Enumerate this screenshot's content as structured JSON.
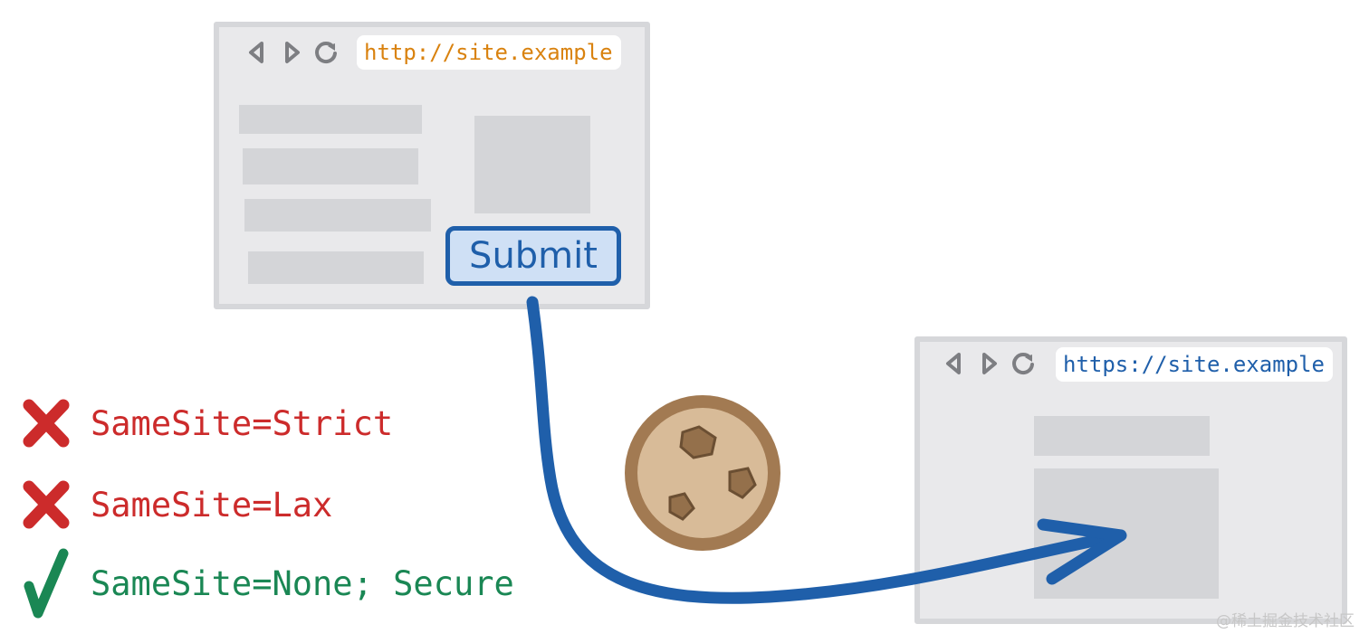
{
  "source_window": {
    "url": "http://site.example",
    "url_color": "#d9820f",
    "submit_label": "Submit"
  },
  "target_window": {
    "url": "https://site.example",
    "url_color": "#1f5faa"
  },
  "rules": [
    {
      "text": "SameSite=Strict",
      "status": "blocked",
      "icon": "cross-icon",
      "color": "#cc2b2b"
    },
    {
      "text": "SameSite=Lax",
      "status": "blocked",
      "icon": "cross-icon",
      "color": "#cc2b2b"
    },
    {
      "text": "SameSite=None; Secure",
      "status": "allowed",
      "icon": "check-icon",
      "color": "#1a8754"
    }
  ],
  "cookie": {
    "icon": "cookie-icon"
  },
  "arrow_color": "#1f5faa",
  "watermark": "@稀土掘金技术社区"
}
